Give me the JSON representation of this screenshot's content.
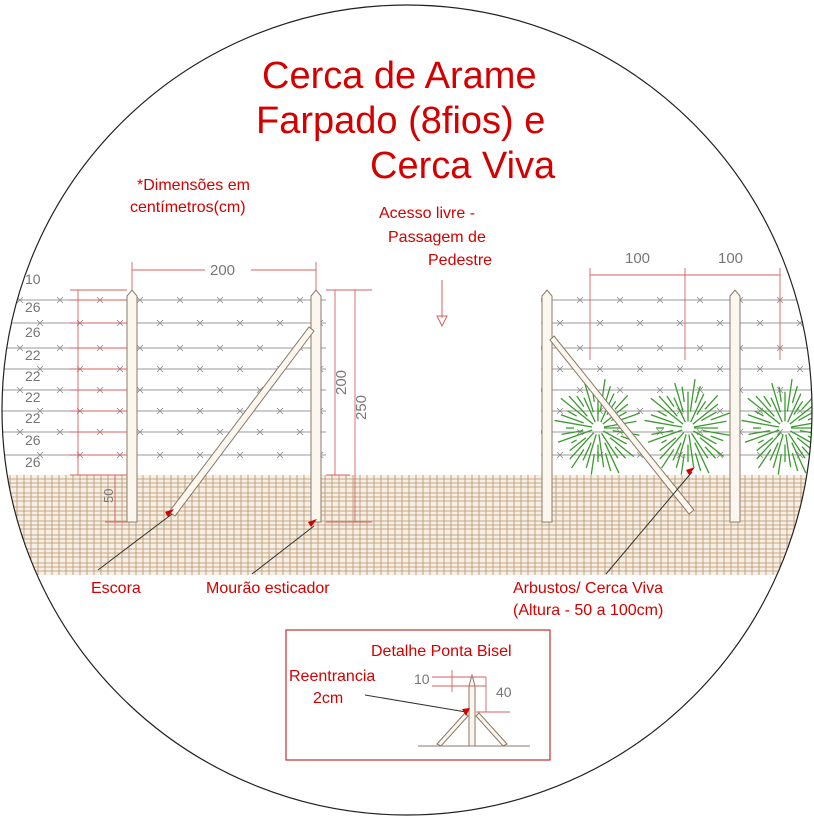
{
  "title": {
    "line1": "Cerca de Arame",
    "line2": "Farpado (8fios) e",
    "line3": "Cerca Viva"
  },
  "note": {
    "line1": "*Dimensões em",
    "line2": "centímetros(cm)"
  },
  "access": {
    "line1": "Acesso livre -",
    "line2": "Passagem de",
    "line3": "Pedestre"
  },
  "dimensions": {
    "post_span": "200",
    "hedge_span_1": "100",
    "hedge_span_2": "100",
    "height_above": "200",
    "height_total": "250",
    "buried": "50",
    "wire_spacings": [
      "10",
      "26",
      "26",
      "22",
      "22",
      "22",
      "22",
      "26",
      "26"
    ]
  },
  "labels": {
    "escora": "Escora",
    "mourao": "Mourão esticador",
    "arbustos_line1": "Arbustos/ Cerca Viva",
    "arbustos_line2": "(Altura - 50 a 100cm)"
  },
  "detail": {
    "title": "Detalhe Ponta Bisel",
    "reentrancia_line1": "Reentrancia",
    "reentrancia_line2": "2cm",
    "dim_top": "10",
    "dim_bottom": "40"
  },
  "colors": {
    "red": "#d40000",
    "ground": "#b8946a",
    "hedge": "#3a9b2e",
    "dimension": "#d46060"
  }
}
